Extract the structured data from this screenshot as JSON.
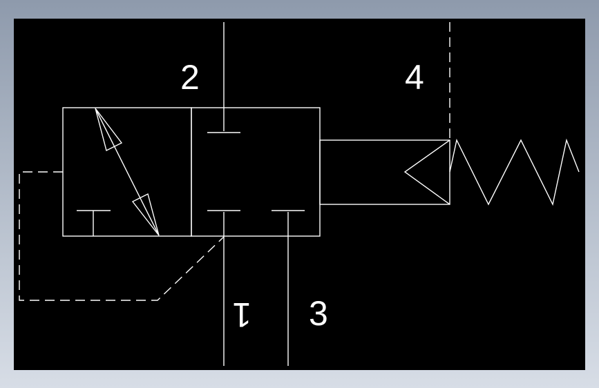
{
  "diagram": {
    "port_labels": {
      "port2": "2",
      "port4": "4",
      "port1": "1",
      "port3": "3"
    },
    "colors": {
      "background": "#000000",
      "line": "#ffffff",
      "frame": "#a4b0bf"
    }
  }
}
